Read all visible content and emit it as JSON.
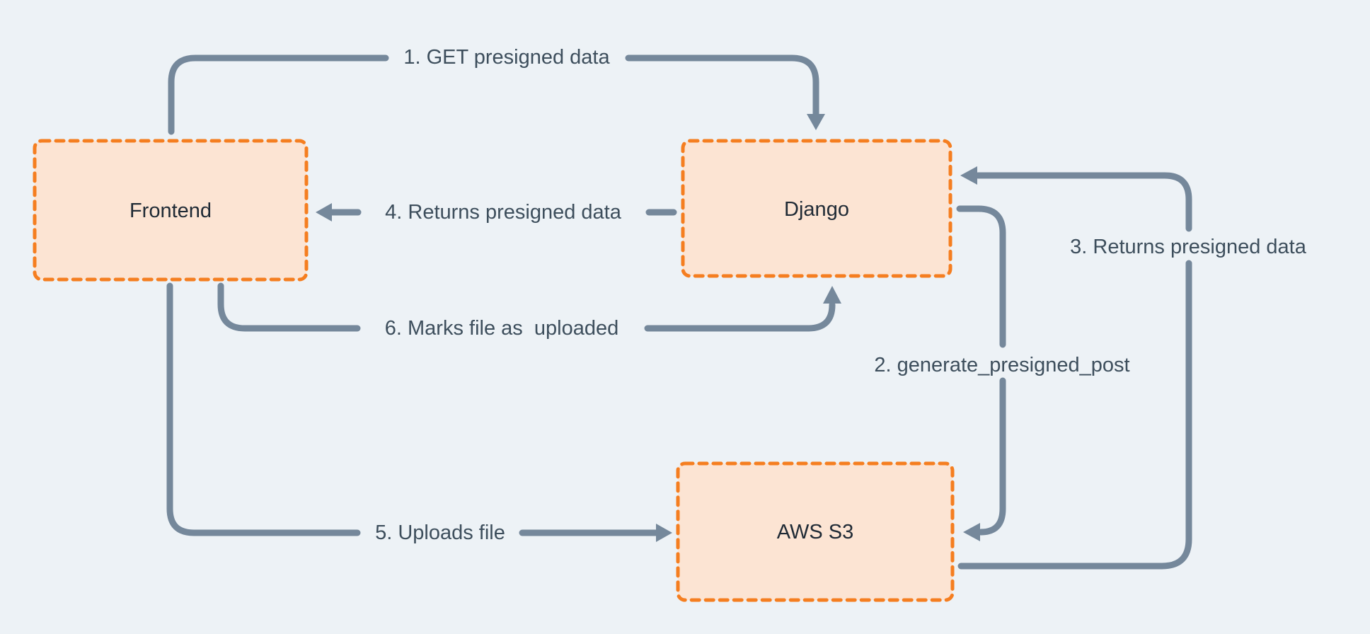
{
  "diagram": {
    "type": "flow-diagram",
    "nodes": [
      {
        "id": "frontend",
        "label": "Frontend"
      },
      {
        "id": "django",
        "label": "Django"
      },
      {
        "id": "aws-s3",
        "label": "AWS S3"
      }
    ],
    "flows": [
      {
        "step": "1",
        "label": "1. GET presigned data",
        "from": "Frontend",
        "to": "Django"
      },
      {
        "step": "2",
        "label": "2. generate_presigned_post",
        "from": "Django",
        "to": "AWS S3"
      },
      {
        "step": "3",
        "label": "3. Returns presigned data",
        "from": "AWS S3",
        "to": "Django"
      },
      {
        "step": "4",
        "label": "4. Returns presigned data",
        "from": "Django",
        "to": "Frontend"
      },
      {
        "step": "5",
        "label": "5. Uploads file",
        "from": "Frontend",
        "to": "AWS S3"
      },
      {
        "step": "6",
        "label": "6. Marks file as  uploaded",
        "from": "Frontend",
        "to": "Django"
      }
    ],
    "colors": {
      "bg": "#edf2f6",
      "box_fill": "#fce4d3",
      "box_stroke": "#f57e20",
      "line": "#75889b",
      "flow_text": "#3d4e5c",
      "node_text": "#1f2a35"
    }
  }
}
